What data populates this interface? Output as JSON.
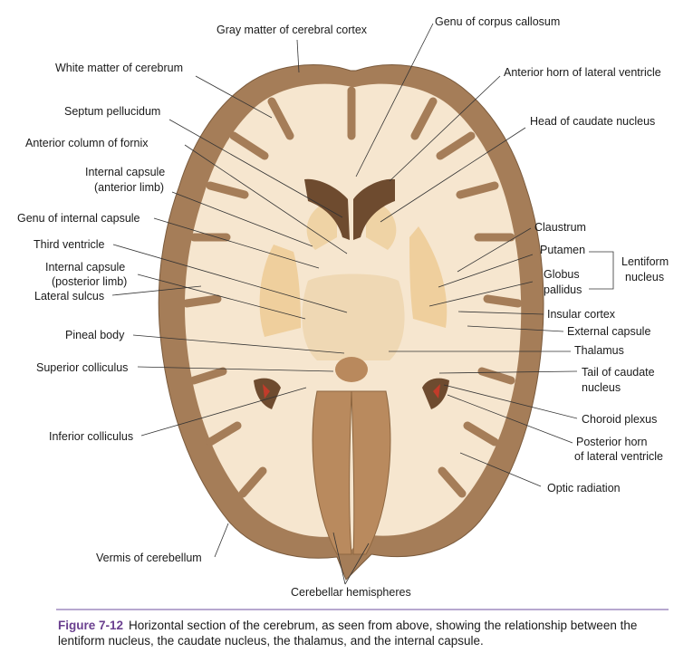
{
  "labels": {
    "gray_matter": "Gray matter of cerebral cortex",
    "genu_cc": "Genu of corpus callosum",
    "white_matter": "White matter of cerebrum",
    "anterior_horn": "Anterior horn of lateral ventricle",
    "septum": "Septum pellucidum",
    "head_caudate": "Head of caudate nucleus",
    "ant_fornix": "Anterior column of fornix",
    "ic_ant_1": "Internal capsule",
    "ic_ant_2": "(anterior limb)",
    "genu_ic": "Genu of internal capsule",
    "claustrum": "Claustrum",
    "third_ventricle": "Third ventricle",
    "putamen": "Putamen",
    "lentiform_1": "Lentiform",
    "lentiform_2": "nucleus",
    "ic_post_1": "Internal capsule",
    "ic_post_2": "(posterior limb)",
    "globus_1": "Globus",
    "globus_2": "pallidus",
    "lateral_sulcus": "Lateral sulcus",
    "insular_cortex": "Insular cortex",
    "external_capsule": "External capsule",
    "pineal_body": "Pineal body",
    "thalamus": "Thalamus",
    "superior_colliculus": "Superior colliculus",
    "tail_caudate_1": "Tail of caudate",
    "tail_caudate_2": "nucleus",
    "choroid_plexus": "Choroid plexus",
    "inferior_colliculus": "Inferior colliculus",
    "posterior_horn_1": "Posterior horn",
    "posterior_horn_2": "of lateral ventricle",
    "optic_radiation": "Optic radiation",
    "vermis": "Vermis of cerebellum",
    "cerebellar_hemispheres": "Cerebellar hemispheres"
  },
  "caption": {
    "figure_number": "Figure 7-12",
    "text": "Horizontal section of the cerebrum, as seen from above, showing the relationship between the lentiform nucleus, the caudate nucleus, the thalamus, and the internal capsule."
  },
  "colors": {
    "cortex": "#a57d58",
    "white_matter": "#f6e6cf",
    "ventricle": "#6e4b2f",
    "nuclei": "#efd3a5",
    "caption_accent": "#6a3f8f"
  }
}
